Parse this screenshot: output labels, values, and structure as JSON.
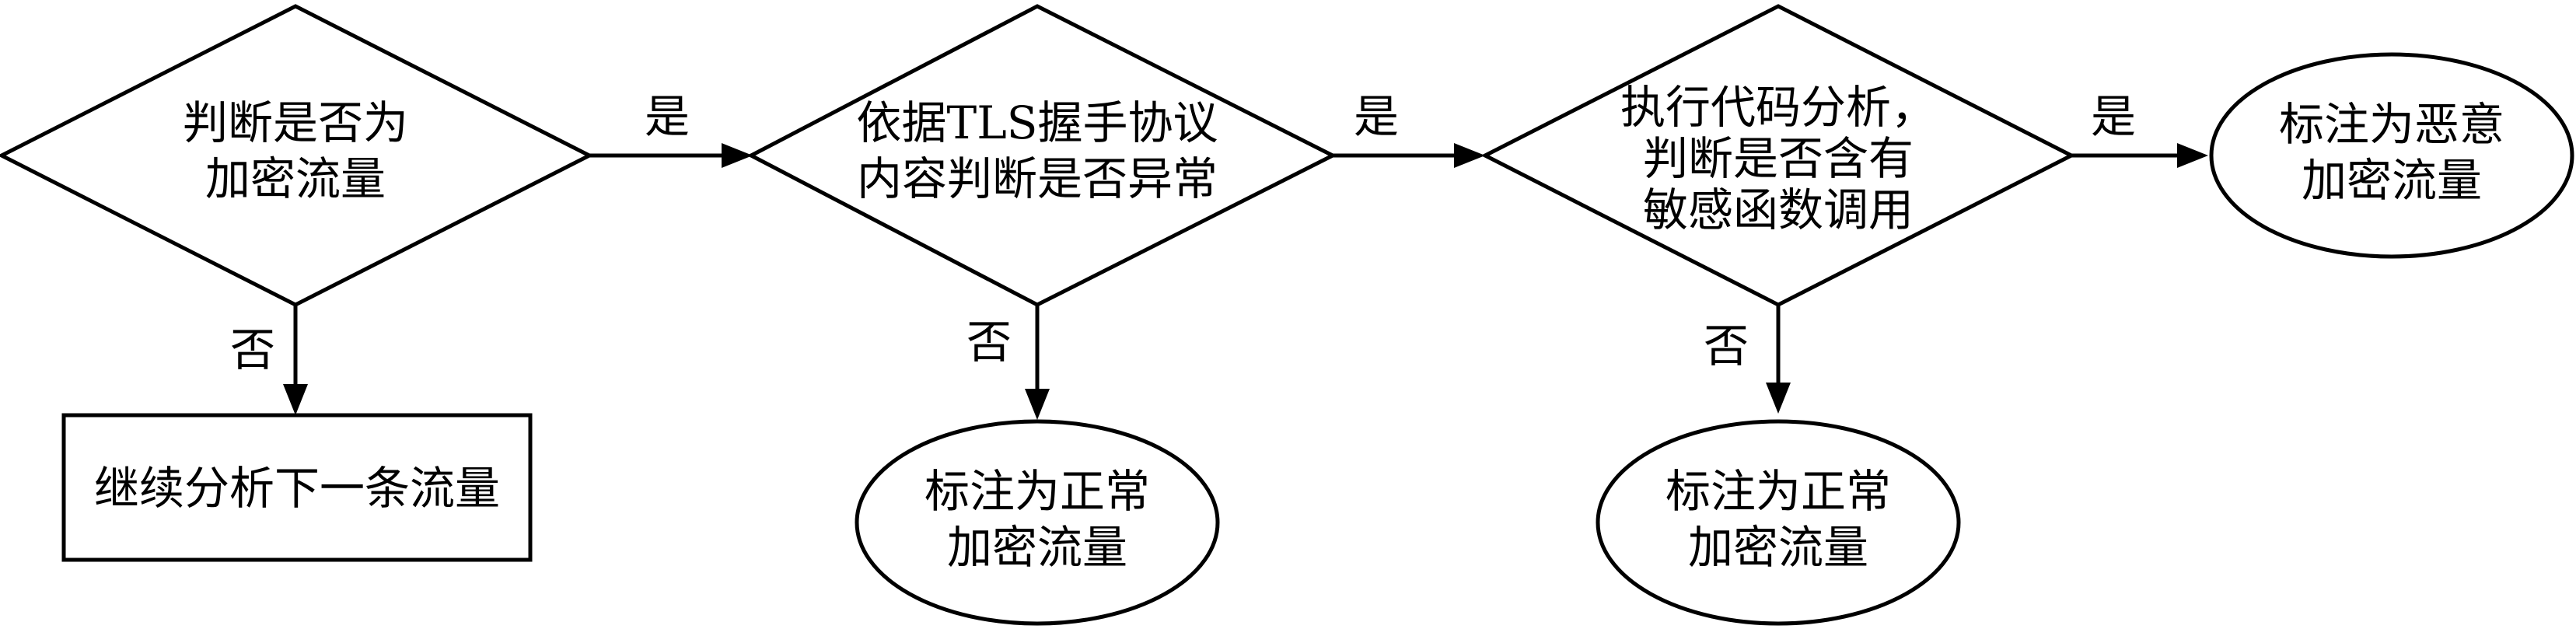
{
  "diagram": {
    "nodes": {
      "d1": {
        "shape": "diamond",
        "lines": [
          "判断是否为",
          "加密流量"
        ]
      },
      "d2": {
        "shape": "diamond",
        "lines": [
          "依据TLS握手协议",
          "内容判断是否异常"
        ]
      },
      "d3": {
        "shape": "diamond",
        "lines": [
          "执行代码分析，",
          "判断是否含有",
          "敏感函数调用"
        ]
      },
      "e_mal": {
        "shape": "ellipse",
        "lines": [
          "标注为恶意",
          "加密流量"
        ]
      },
      "r_next": {
        "shape": "rect",
        "lines": [
          "继续分析下一条流量"
        ]
      },
      "e_norm1": {
        "shape": "ellipse",
        "lines": [
          "标注为正常",
          "加密流量"
        ]
      },
      "e_norm2": {
        "shape": "ellipse",
        "lines": [
          "标注为正常",
          "加密流量"
        ]
      }
    },
    "edges": [
      {
        "from": "d1",
        "to": "d2",
        "label": "是"
      },
      {
        "from": "d2",
        "to": "d3",
        "label": "是"
      },
      {
        "from": "d3",
        "to": "e_mal",
        "label": "是"
      },
      {
        "from": "d1",
        "to": "r_next",
        "label": "否"
      },
      {
        "from": "d2",
        "to": "e_norm1",
        "label": "否"
      },
      {
        "from": "d3",
        "to": "e_norm2",
        "label": "否"
      }
    ]
  }
}
